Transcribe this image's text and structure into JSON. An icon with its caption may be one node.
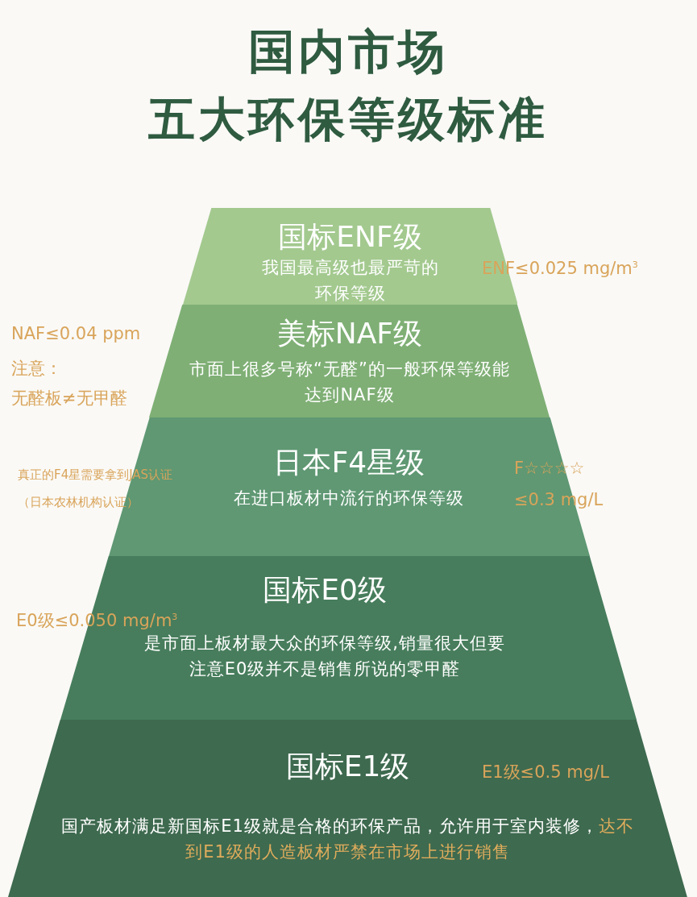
{
  "diagram": {
    "title": "国内市场五大环保等级标准",
    "nodes": [
      {
        "text": [
          "国标ENF级",
          "我国最高级也最严苛的环保等级"
        ],
        "beside": [
          "ENF≤0.025 mg/m$^{3}$"
        ]
      },
      {
        "text": [
          "美标NAF级",
          "市面上很多号称“无醛”的一般环保等级能达到NAF级"
        ],
        "beside": [
          "NAF≤0.04 ppm",
          "注意：",
          "无醛板≠无甲醛"
        ]
      },
      {
        "text": [
          "日本F4星级",
          "在进口板材中流行的环保等级",
          "F☆☆☆☆",
          "≤0.3 mg/L"
        ],
        "beside": [
          "真正的F4星需要拿到JAS认证（日本农林机构认证）"
        ]
      },
      {
        "text": [
          "国标E0级",
          "E0级≤0.050 mg/m$^{3}$",
          "是市面上板材最大众的环保等级,销量很大但要注意E0级并不是销售所说的零甲醛"
        ]
      },
      {
        "text": [
          "国标E1级",
          "E1级≤0.5 mg/L",
          "国产板材满足新国标E1级就是合格的环保产品，允许用于室内装修，**达不到E1级的人造板材严禁在市场上进行销售**"
        ]
      }
    ]
  }
}
